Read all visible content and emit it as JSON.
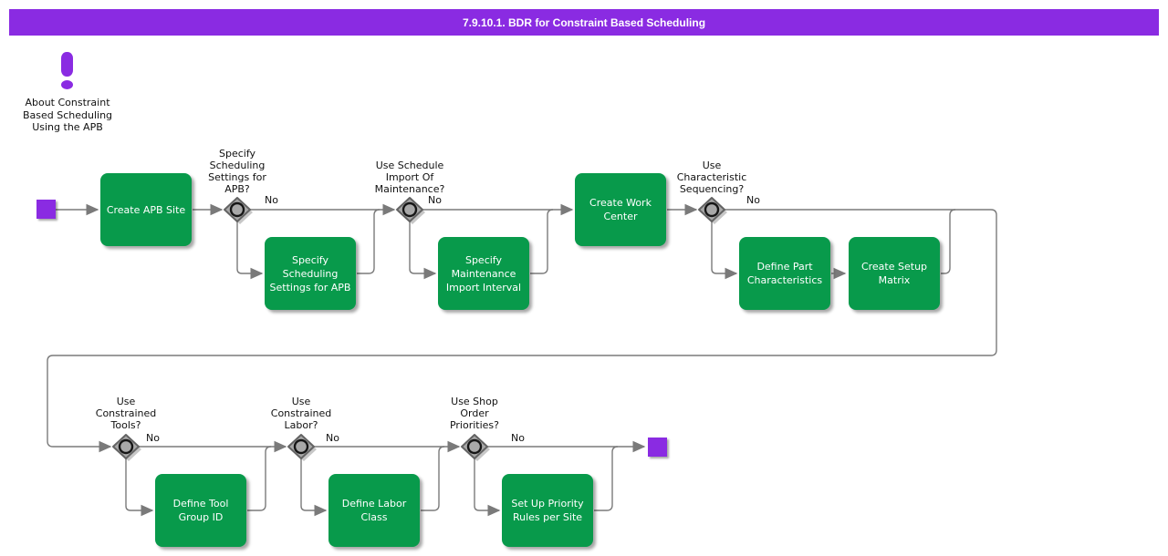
{
  "header": {
    "title": "7.9.10.1. BDR for Constraint Based Scheduling"
  },
  "note": {
    "icon": "exclamation-icon",
    "label": "About Constraint\nBased Scheduling\nUsing the APB"
  },
  "colors": {
    "title_bg": "#8A2BE2",
    "title_text": "#FFFFFF",
    "task_green": "#089A4B",
    "terminal_purple": "#8A2BE2",
    "connector_gray": "#7A7A7A",
    "decision_fill": "#A8A8A8",
    "decision_border": "#636363"
  },
  "diagram": {
    "type": "flowchart",
    "start": {
      "id": "start-node"
    },
    "end": {
      "id": "end-node"
    },
    "tasks": [
      {
        "id": "create-apb-site",
        "label": "Create APB Site"
      },
      {
        "id": "specify-scheduling-settings-for-apb",
        "label": "Specify\nScheduling\nSettings for APB"
      },
      {
        "id": "specify-maintenance-import-interval",
        "label": "Specify\nMaintenance\nImport Interval"
      },
      {
        "id": "create-work-center",
        "label": "Create Work\nCenter"
      },
      {
        "id": "define-part-characteristics",
        "label": "Define Part\nCharacteristics"
      },
      {
        "id": "create-setup-matrix",
        "label": "Create Setup\nMatrix"
      },
      {
        "id": "define-tool-group-id",
        "label": "Define Tool\nGroup ID"
      },
      {
        "id": "define-labor-class",
        "label": "Define Labor\nClass"
      },
      {
        "id": "set-up-priority-rules-per-site",
        "label": "Set Up Priority\nRules per Site"
      }
    ],
    "decisions": [
      {
        "id": "specify-scheduling-settings-for-apb",
        "question": "Specify\nScheduling\nSettings for\nAPB?",
        "no_label": "No"
      },
      {
        "id": "use-schedule-import-of-maintenance",
        "question": "Use Schedule\nImport Of\nMaintenance?",
        "no_label": "No"
      },
      {
        "id": "use-characteristic-sequencing",
        "question": "Use\nCharacteristic\nSequencing?",
        "no_label": "No"
      },
      {
        "id": "use-constrained-tools",
        "question": "Use\nConstrained\nTools?",
        "no_label": "No"
      },
      {
        "id": "use-constrained-labor",
        "question": "Use\nConstrained\nLabor?",
        "no_label": "No"
      },
      {
        "id": "use-shop-order-priorities",
        "question": "Use Shop\nOrder\nPriorities?",
        "no_label": "No"
      }
    ]
  }
}
